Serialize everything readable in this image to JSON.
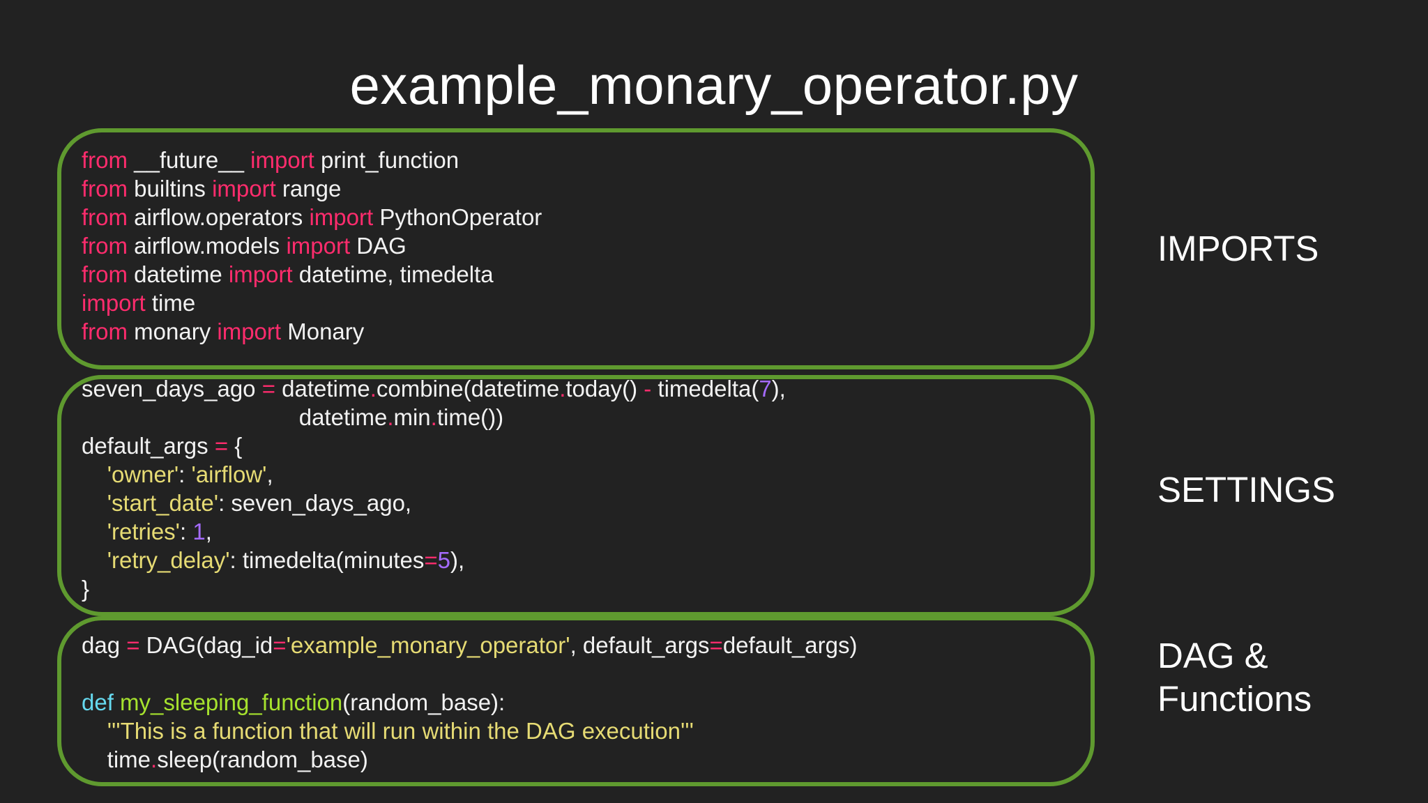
{
  "title": "example_monary_operator.py",
  "colors": {
    "background": "#222222",
    "panel_border": "#5f9a2f",
    "keyword": "#ff2c6d",
    "string": "#e6db74",
    "number": "#a56bff",
    "def_keyword": "#66d9ef",
    "function_name": "#a6e22e",
    "text": "#f2f2f2"
  },
  "sections": {
    "imports": {
      "label": "IMPORTS",
      "lines": [
        [
          [
            "kw",
            "from"
          ],
          [
            "txt",
            " __future__ "
          ],
          [
            "kw",
            "import"
          ],
          [
            "txt",
            " print_function"
          ]
        ],
        [
          [
            "kw",
            "from"
          ],
          [
            "txt",
            " builtins "
          ],
          [
            "kw",
            "import"
          ],
          [
            "txt",
            " range"
          ]
        ],
        [
          [
            "kw",
            "from"
          ],
          [
            "txt",
            " airflow.operators "
          ],
          [
            "kw",
            "import"
          ],
          [
            "txt",
            " PythonOperator"
          ]
        ],
        [
          [
            "kw",
            "from"
          ],
          [
            "txt",
            " airflow.models "
          ],
          [
            "kw",
            "import"
          ],
          [
            "txt",
            " DAG"
          ]
        ],
        [
          [
            "kw",
            "from"
          ],
          [
            "txt",
            " datetime "
          ],
          [
            "kw",
            "import"
          ],
          [
            "txt",
            " datetime, timedelta"
          ]
        ],
        [
          [
            "kw",
            "import"
          ],
          [
            "txt",
            " time"
          ]
        ],
        [
          [
            "kw",
            "from"
          ],
          [
            "txt",
            " monary "
          ],
          [
            "kw",
            "import"
          ],
          [
            "txt",
            " Monary"
          ]
        ]
      ]
    },
    "settings": {
      "label": "SETTINGS",
      "lines": [
        [
          [
            "txt",
            "seven_days_ago "
          ],
          [
            "op",
            "="
          ],
          [
            "txt",
            " datetime"
          ],
          [
            "op",
            "."
          ],
          [
            "txt",
            "combine(datetime"
          ],
          [
            "op",
            "."
          ],
          [
            "txt",
            "today() "
          ],
          [
            "op",
            "-"
          ],
          [
            "txt",
            " timedelta("
          ],
          [
            "num",
            "7"
          ],
          [
            "txt",
            "),"
          ]
        ],
        [
          [
            "txt",
            "                                  datetime"
          ],
          [
            "op",
            "."
          ],
          [
            "txt",
            "min"
          ],
          [
            "op",
            "."
          ],
          [
            "txt",
            "time())"
          ]
        ],
        [
          [
            "txt",
            "default_args "
          ],
          [
            "op",
            "="
          ],
          [
            "txt",
            " {"
          ]
        ],
        [
          [
            "txt",
            "    "
          ],
          [
            "str",
            "'owner'"
          ],
          [
            "txt",
            ": "
          ],
          [
            "str",
            "'airflow'"
          ],
          [
            "txt",
            ","
          ]
        ],
        [
          [
            "txt",
            "    "
          ],
          [
            "str",
            "'start_date'"
          ],
          [
            "txt",
            ": seven_days_ago,"
          ]
        ],
        [
          [
            "txt",
            "    "
          ],
          [
            "str",
            "'retries'"
          ],
          [
            "txt",
            ": "
          ],
          [
            "num",
            "1"
          ],
          [
            "txt",
            ","
          ]
        ],
        [
          [
            "txt",
            "    "
          ],
          [
            "str",
            "'retry_delay'"
          ],
          [
            "txt",
            ": timedelta(minutes"
          ],
          [
            "op",
            "="
          ],
          [
            "num",
            "5"
          ],
          [
            "txt",
            "),"
          ]
        ],
        [
          [
            "txt",
            "}"
          ]
        ]
      ]
    },
    "dag": {
      "label": "DAG &\nFunctions",
      "lines": [
        [
          [
            "txt",
            "dag "
          ],
          [
            "op",
            "="
          ],
          [
            "txt",
            " DAG(dag_id"
          ],
          [
            "op",
            "="
          ],
          [
            "str",
            "'example_monary_operator'"
          ],
          [
            "txt",
            ", default_args"
          ],
          [
            "op",
            "="
          ],
          [
            "txt",
            "default_args)"
          ]
        ],
        [
          [
            "txt",
            ""
          ]
        ],
        [
          [
            "def",
            "def"
          ],
          [
            "txt",
            " "
          ],
          [
            "fn",
            "my_sleeping_function"
          ],
          [
            "txt",
            "(random_base):"
          ]
        ],
        [
          [
            "txt",
            "    "
          ],
          [
            "str",
            "'''This is a function that will run within the DAG execution'''"
          ]
        ],
        [
          [
            "txt",
            "    time"
          ],
          [
            "op",
            "."
          ],
          [
            "txt",
            "sleep(random_base)"
          ]
        ]
      ]
    }
  }
}
